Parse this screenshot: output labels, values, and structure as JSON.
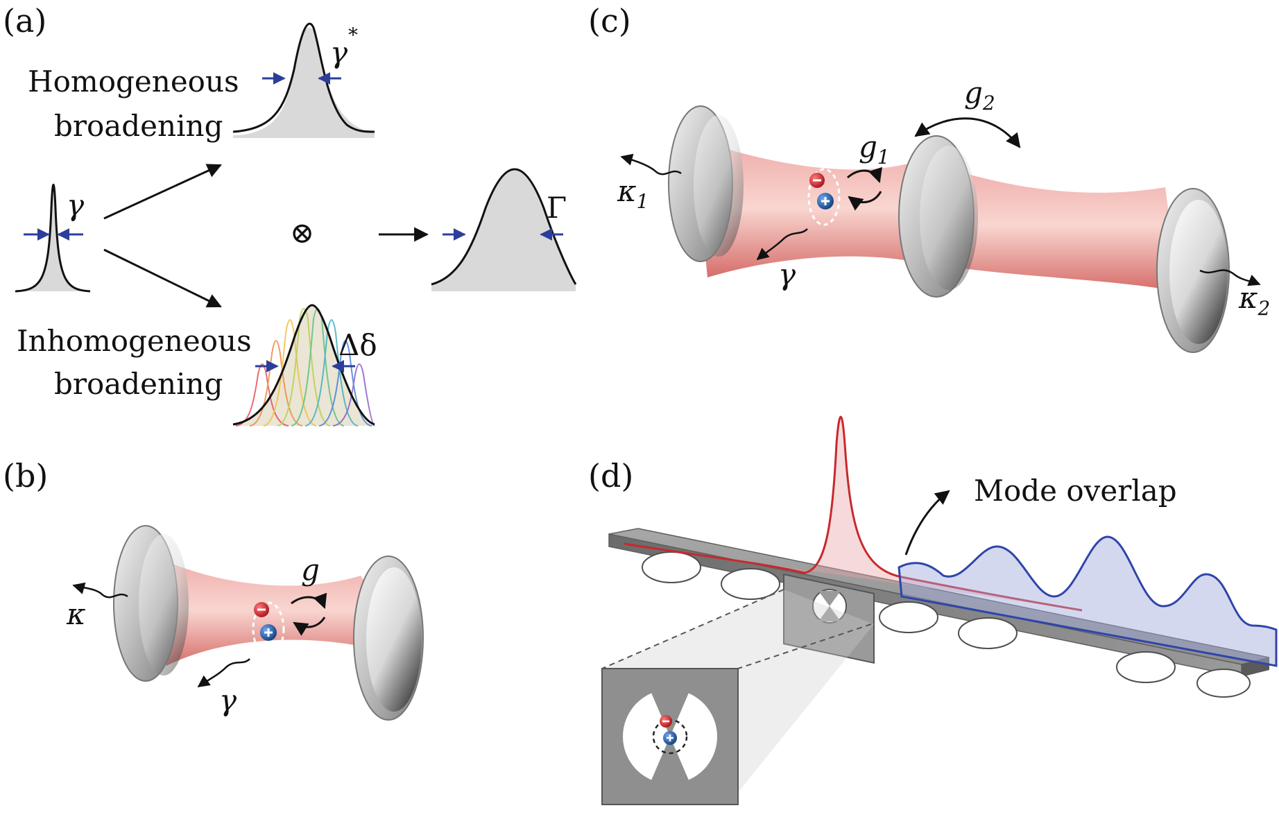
{
  "panels": {
    "a": {
      "label": "(a)",
      "homogeneous": {
        "line1": "Homogeneous",
        "line2": "broadening",
        "width_symbol": "γ",
        "width_sup": "*"
      },
      "inhomogeneous": {
        "line1": "Inhomogeneous",
        "line2": "broadening",
        "width_symbol": "Δδ"
      },
      "natural_width_symbol": "γ",
      "convolution_symbol": "⊗",
      "total_width_symbol": "Γ"
    },
    "b": {
      "label": "(b)",
      "coupling": "g",
      "cavity_loss": "κ",
      "emitter_loss": "γ"
    },
    "c": {
      "label": "(c)",
      "coupling_1": "g",
      "coupling_1_sub": "1",
      "coupling_2": "g",
      "coupling_2_sub": "2",
      "loss_1": "κ",
      "loss_1_sub": "1",
      "loss_2": "κ",
      "loss_2_sub": "2",
      "emitter_loss": "γ"
    },
    "d": {
      "label": "(d)",
      "annotation": "Mode overlap"
    }
  },
  "colors": {
    "arrow_blue": "#2b3e9b",
    "beam_red": "#d9534f",
    "mode_red": "#c8282d",
    "mode_blue": "#2f45a8",
    "profile_fill": "#d9d9d9",
    "slab_grey": "#8c8c8c",
    "electron": "#c0282d",
    "hole": "#1f5fa8"
  },
  "icons": [
    "electron-icon",
    "hole-icon",
    "coupling-arrow-icon",
    "decay-arrow-icon"
  ]
}
